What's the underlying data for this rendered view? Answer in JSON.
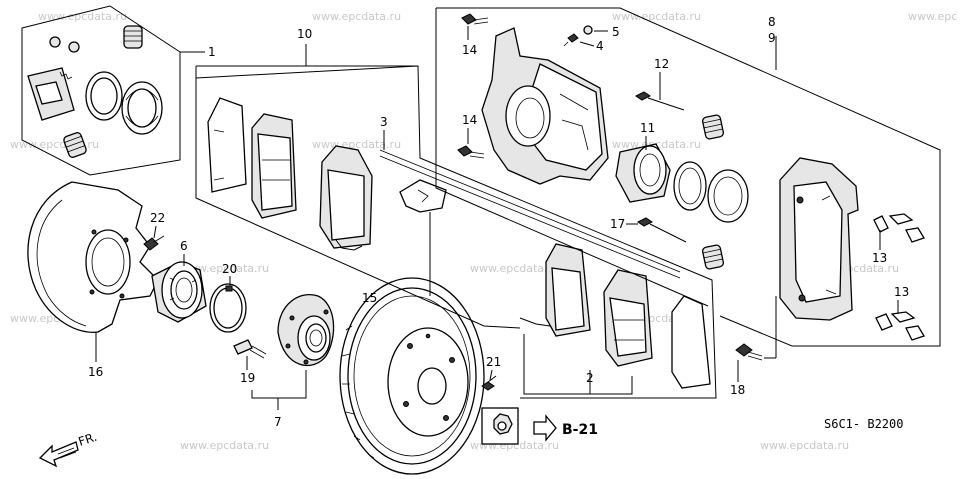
{
  "watermarks": [
    "www.epcdata.ru",
    "www.epcdata.ru",
    "www.epcdata.ru",
    "www.epc",
    "www.epcdata.ru",
    "www.epcdata.ru",
    "www.epcdata.ru",
    "www.epcdata.ru",
    "www.epcdata.ru",
    "www.epcdata.ru",
    "www.epcdata.ru",
    "www.epcdata.ru",
    "www.epcdata.ru",
    "www.epcdata.ru",
    "www.epcdata.ru"
  ],
  "callouts": {
    "n1": "1",
    "n2": "2",
    "n3": "3",
    "n4": "4",
    "n5": "5",
    "n6": "6",
    "n7": "7",
    "n8": "8",
    "n9": "9",
    "n10": "10",
    "n11": "11",
    "n12": "12",
    "n13a": "13",
    "n13b": "13",
    "n14a": "14",
    "n14b": "14",
    "n15": "15",
    "n16": "16",
    "n17": "17",
    "n18": "18",
    "n19": "19",
    "n20": "20",
    "n21": "21",
    "n22": "22"
  },
  "reference": "B-21",
  "diagram_code": "S6C1- B2200",
  "front_marker": "FR."
}
